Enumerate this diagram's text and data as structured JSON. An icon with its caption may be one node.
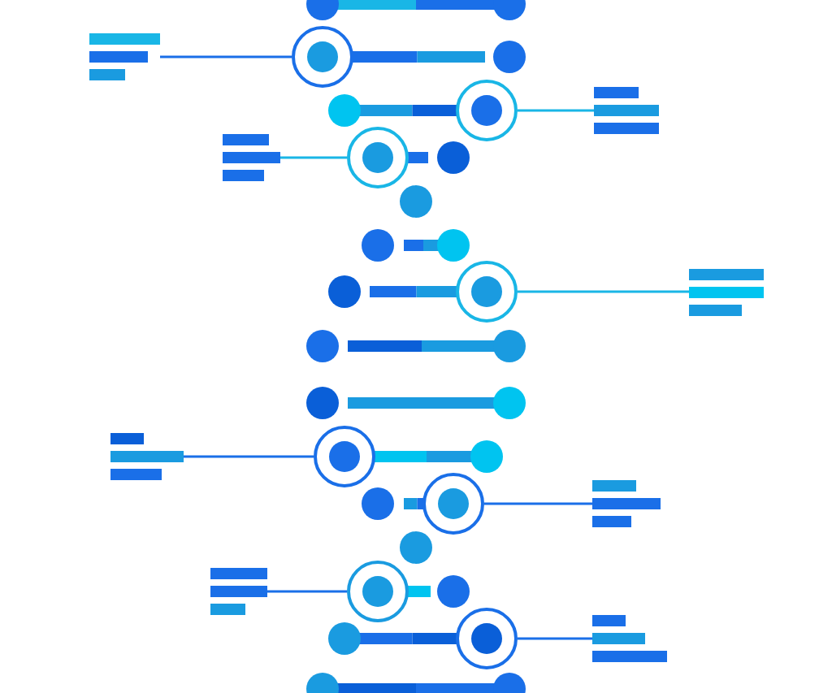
{
  "diagram": {
    "nodes": [
      {
        "text": [],
        "shape": "bar"
      },
      {
        "text": [],
        "shape": "circle"
      },
      {
        "text": [],
        "shape": "circle"
      },
      {
        "text": [],
        "shape": "bar"
      },
      {
        "text": [],
        "shape": "bar"
      },
      {
        "text": [],
        "shape": "circle"
      },
      {
        "text": [],
        "shape": "circle"
      },
      {
        "text": [],
        "shape": "bar"
      },
      {
        "text": [],
        "shape": "bar"
      },
      {
        "text": [],
        "shape": "circle"
      },
      {
        "text": [],
        "shape": "circle"
      },
      {
        "text": [],
        "shape": "bar"
      },
      {
        "text": [],
        "shape": "bar"
      },
      {
        "text": [],
        "shape": "circle"
      },
      {
        "text": [],
        "shape": "circle"
      },
      {
        "text": [],
        "shape": "bar"
      }
    ],
    "edges": [
      {
        "from": 1,
        "to": 0,
        "arrow": "none"
      },
      {
        "from": 2,
        "to": 3,
        "arrow": "none",
        "color": "#19b6e6"
      },
      {
        "from": 5,
        "to": 4,
        "arrow": "none",
        "color": "#19b6e6"
      },
      {
        "from": 6,
        "to": 7,
        "arrow": "none",
        "color": "#19b6e6"
      },
      {
        "from": 9,
        "to": 8,
        "arrow": "none"
      },
      {
        "from": 10,
        "to": 11,
        "arrow": "none"
      },
      {
        "from": 13,
        "to": 12,
        "arrow": "none"
      },
      {
        "from": 14,
        "to": 15,
        "arrow": "none"
      }
    ]
  }
}
